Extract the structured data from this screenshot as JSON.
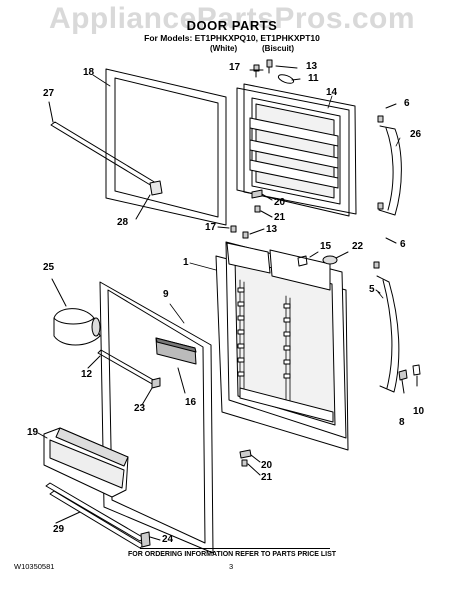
{
  "watermark": "AppliancePartsPros.com",
  "header": {
    "title": "DOOR PARTS",
    "models_line": "For Models: ET1PHKXPQ10, ET1PHKXPT10",
    "variant_white": "(White)",
    "variant_biscuit": "(Biscuit)"
  },
  "callouts": {
    "c1": "1",
    "c5": "5",
    "c6a": "6",
    "c6b": "6",
    "c8": "8",
    "c9": "9",
    "c10": "10",
    "c11": "11",
    "c12": "12",
    "c13a": "13",
    "c13b": "13",
    "c14": "14",
    "c15": "15",
    "c16": "16",
    "c17a": "17",
    "c17b": "17",
    "c18": "18",
    "c19": "19",
    "c20a": "20",
    "c20b": "20",
    "c21a": "21",
    "c21b": "21",
    "c22": "22",
    "c23": "23",
    "c24": "24",
    "c25": "25",
    "c26": "26",
    "c27": "27",
    "c28": "28",
    "c29": "29"
  },
  "footer": {
    "note": "FOR ORDERING INFORMATION REFER TO PARTS PRICE LIST",
    "doc_number": "W10350581",
    "page_number": "3"
  }
}
